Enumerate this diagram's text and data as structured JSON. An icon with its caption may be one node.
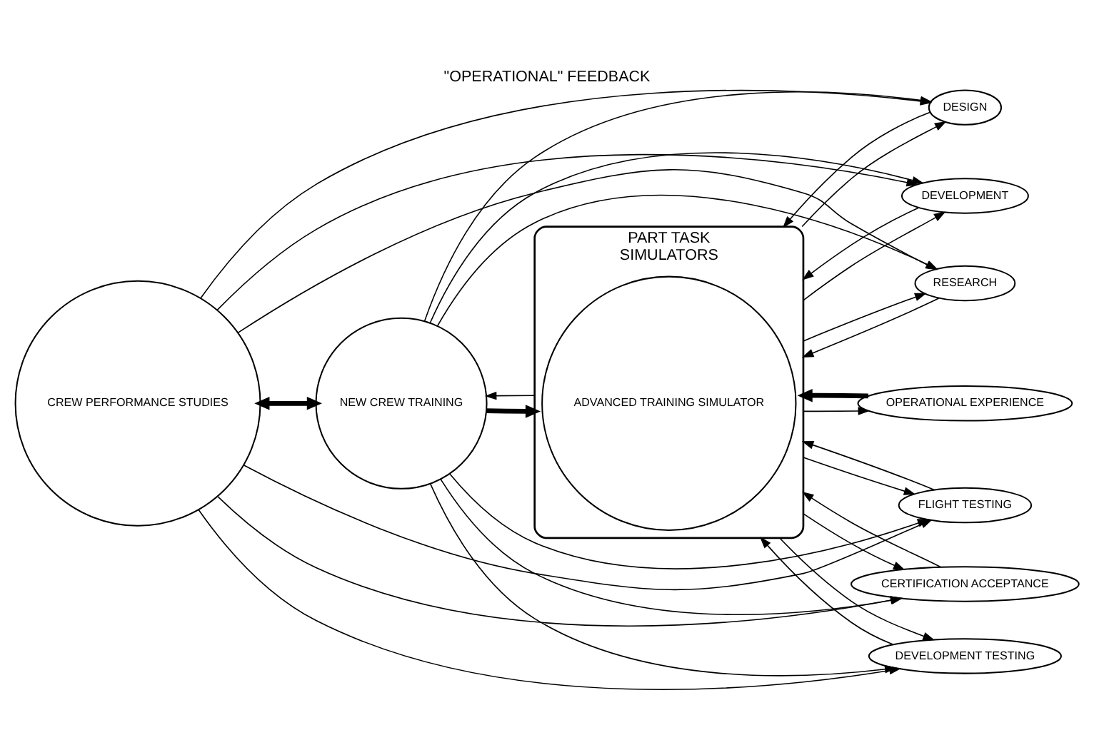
{
  "diagram": {
    "title": "\"OPERATIONAL\" FEEDBACK",
    "nodes": [
      {
        "text": [
          "CREW PERFORMANCE STUDIES"
        ]
      },
      {
        "text": [
          "NEW CREW TRAINING"
        ]
      },
      {
        "text": [
          "PART TASK",
          "SIMULATORS"
        ]
      },
      {
        "text": [
          "ADVANCED TRAINING SIMULATOR"
        ],
        "in": 2
      },
      {
        "text": [
          "RESEARCH"
        ]
      },
      {
        "text": [
          "DEVELOPMENT"
        ]
      },
      {
        "text": [
          "DESIGN"
        ]
      },
      {
        "text": [
          "OPERATIONAL EXPERIENCE"
        ]
      },
      {
        "text": [
          "DEVELOPMENT TESTING"
        ]
      },
      {
        "text": [
          "FLIGHT TESTING"
        ]
      },
      {
        "text": [
          "CERTIFICATION ACCEPTANCE"
        ]
      }
    ],
    "edges": [
      {
        "from": 0,
        "to": 1,
        "arrow": "both",
        "style": "thick"
      },
      {
        "from": 1,
        "to": 2,
        "arrow": "to",
        "style": "thick"
      },
      {
        "from": 2,
        "to": 1,
        "arrow": "to"
      },
      {
        "from": 4,
        "to": 2,
        "arrow": "to"
      },
      {
        "from": 2,
        "to": 4,
        "arrow": "to"
      },
      {
        "from": 2,
        "to": 5,
        "arrow": "to"
      },
      {
        "from": 5,
        "to": 2,
        "arrow": "to"
      },
      {
        "from": 2,
        "to": 6,
        "arrow": "to"
      },
      {
        "from": 6,
        "to": 2,
        "arrow": "to"
      },
      {
        "from": 2,
        "to": 7,
        "arrow": "to"
      },
      {
        "from": 7,
        "to": 2,
        "arrow": "to",
        "style": "thick"
      },
      {
        "from": 8,
        "to": 2,
        "arrow": "to"
      },
      {
        "from": 2,
        "to": 8,
        "arrow": "to"
      },
      {
        "from": 2,
        "to": 9,
        "arrow": "to"
      },
      {
        "from": 9,
        "to": 2,
        "arrow": "to"
      },
      {
        "from": 2,
        "to": 10,
        "arrow": "to"
      },
      {
        "from": 10,
        "to": 2,
        "arrow": "to"
      },
      {
        "from": 0,
        "to": 4,
        "arrow": "to"
      },
      {
        "from": 0,
        "to": 5,
        "arrow": "to"
      },
      {
        "from": 0,
        "to": 6,
        "arrow": "to"
      },
      {
        "from": 1,
        "to": 4,
        "arrow": "to"
      },
      {
        "from": 1,
        "to": 5,
        "arrow": "to"
      },
      {
        "from": 1,
        "to": 6,
        "arrow": "to"
      },
      {
        "from": 0,
        "to": 8,
        "arrow": "to"
      },
      {
        "from": 0,
        "to": 9,
        "arrow": "to"
      },
      {
        "from": 0,
        "to": 10,
        "arrow": "to"
      },
      {
        "from": 1,
        "to": 8,
        "arrow": "to"
      },
      {
        "from": 1,
        "to": 9,
        "arrow": "to"
      },
      {
        "from": 1,
        "to": 10,
        "arrow": "to"
      }
    ]
  }
}
